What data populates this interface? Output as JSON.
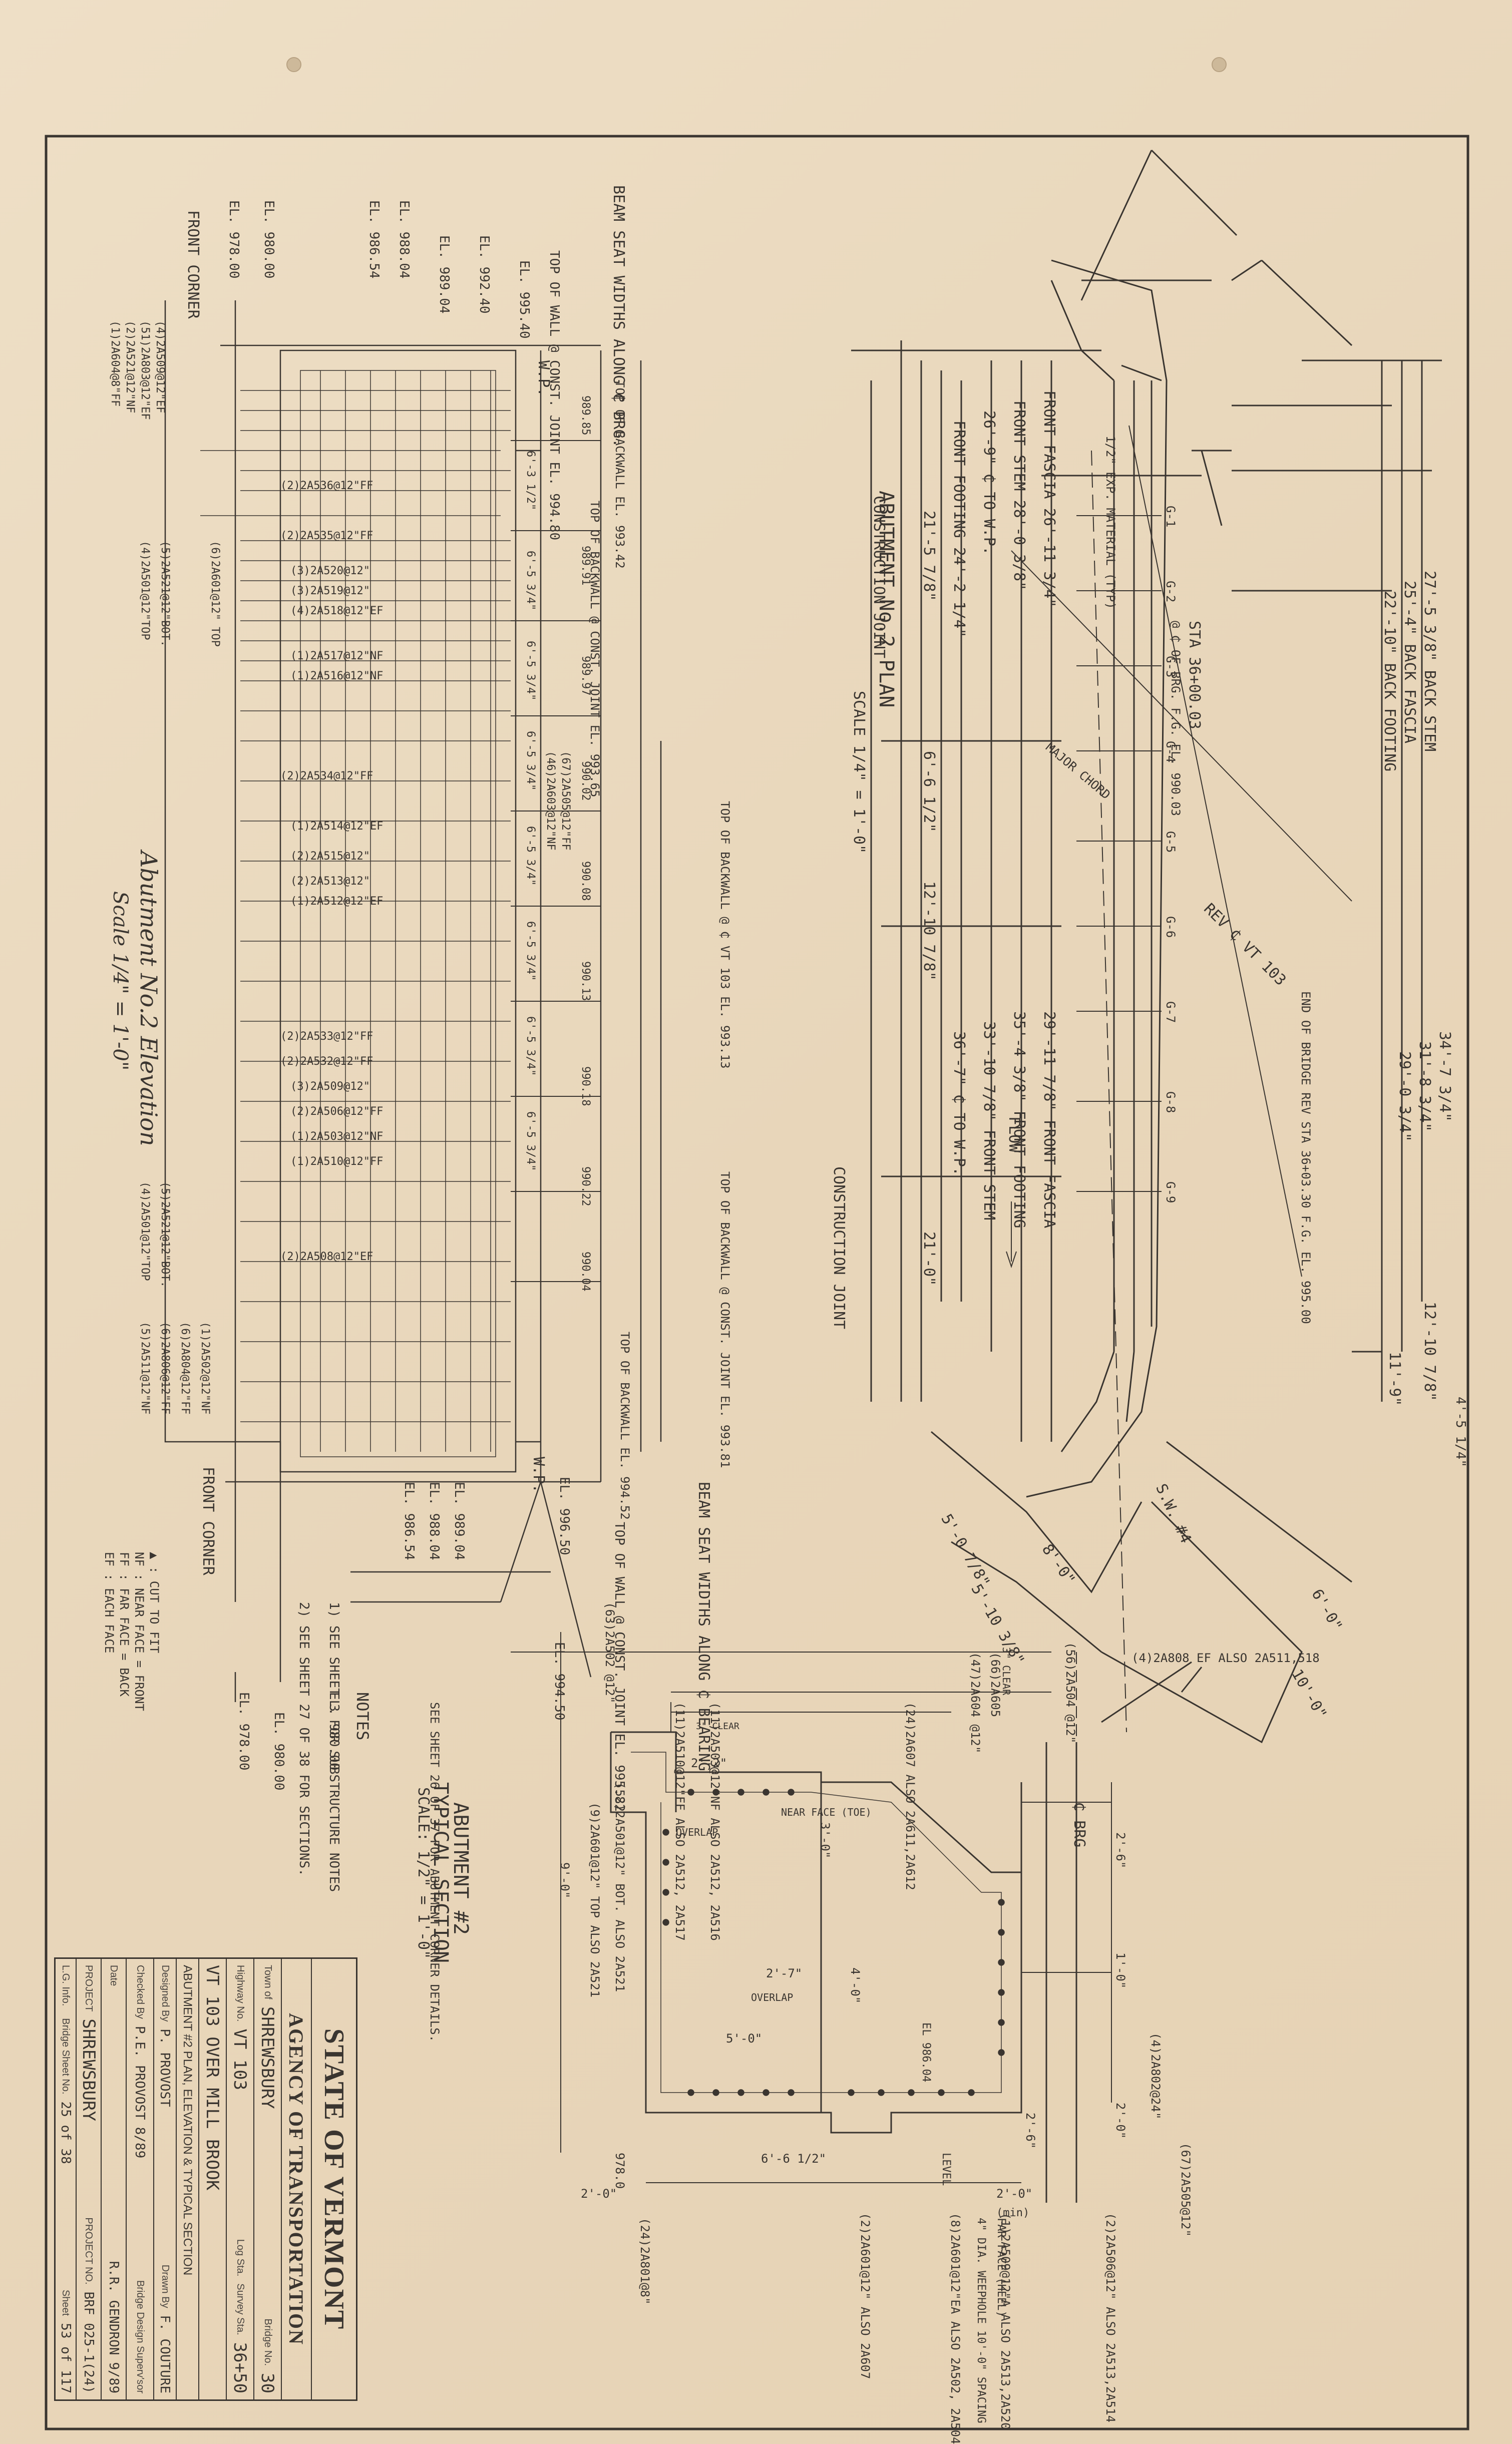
{
  "title_block": {
    "state": "STATE OF VERMONT",
    "agency": "AGENCY OF TRANSPORTATION",
    "town_label": "Town of",
    "town": "SHREWSBURY",
    "bridge_no_label": "Bridge No.",
    "bridge_no": "30",
    "highway_label": "Highway No.",
    "highway": "VT 103",
    "log_sta_label": "Log Sta.",
    "survey_sta_label": "Survey Sta.",
    "survey_sta": "36+50",
    "project_desc": "VT 103 OVER MILL BROOK",
    "sheet_desc": "ABUTMENT #2 PLAN, ELEVATION & TYPICAL SECTION",
    "designed_by_label": "Designed By",
    "designed_by": "P. PROVOST",
    "drawn_by_label": "Drawn By",
    "drawn_by": "F. COUTURE",
    "checked_by_label": "Checked By",
    "checked_by": "P.E. PROVOST",
    "date1": "8/89",
    "design_supv_label": "Bridge Design Superv'sor",
    "design_supv": "R.R. GENDRON",
    "date2": "9/89",
    "date_label": "Date",
    "project_label": "PROJECT",
    "project": "SHREWSBURY",
    "project_no_label": "PROJECT NO.",
    "project_no": "BRF 025-1(24)",
    "log_info_label": "L.G. Info.",
    "bridge_sheet_label": "Bridge Sheet No.",
    "bridge_sheet": "25 of 38",
    "sheet_label": "Sheet",
    "sheet": "53 of 117"
  },
  "plan": {
    "title": "ABUTMENT No.2 PLAN",
    "scale": "SCALE 1/4\" = 1'-0\"",
    "construction_joint": "CONSTRUCTION JOINT",
    "back_stem": "27'-5 3/8\" BACK STEM",
    "back_fascia": "25'-4\" BACK FASCIA",
    "back_footing": "22'-10\" BACK FOOTING",
    "front_fascia_top": "FRONT FASCIA 26'-11 3/4\"",
    "front_stem_top": "FRONT STEM 28'-0 3/8\"",
    "to_wp_top": "26'-9\" ₵ TO W.P.",
    "front_footing_top": "FRONT FOOTING 24'-2 1/4\"",
    "dim_215": "21'-5 7/8\"",
    "dim_66": "6'-6 1/2\"",
    "dim_1210": "12'-10 7/8\"",
    "dim_210": "21'-0\"",
    "front_fascia_bot": "29'-11 7/8\" FRONT FASCIA",
    "front_footing_bot": "35'-4 3/8\" FRONT FOOTING",
    "front_stem_bot": "33'-10 7/8\" FRONT STEM",
    "to_wp_bot": "36'-7\" ₵ TO W.P.",
    "sta": "STA 36+00.03",
    "sta_sub": "@ ₵ OF BRG. F.G. EL. 990.03",
    "end_bridge": "END OF BRIDGE REV STA 36+03.30 F.G. EL. 995.00",
    "rev_vt": "REV ₵ VT 103",
    "major_chord": "MAJOR CHORD",
    "exp_material": "1/2\" EXP. MATERIAL (TYP)",
    "dim_347": "34'-7 3/4\"",
    "dim_318": "31'-8 3/4\"",
    "dim_290": "29'-0 3/4\"",
    "dim_1210b": "12'-10 7/8\"",
    "dim_119": "11'-9\"",
    "dim_453": "4'-5 1/4\"",
    "sw": "S.W. #4",
    "dim_80": "8'-0\"",
    "dim_60": "6'-0\"",
    "dim_100": "10'-0\"",
    "dim_50": "5'-0 7/8\"",
    "dim_510": "5'-10 3/8\"",
    "flow": "FLOW",
    "cl_brg": "₵ BRG",
    "g_labels": [
      "G-1",
      "G-2",
      "G-3",
      "G-4",
      "G-5",
      "G-6",
      "G-7",
      "G-8",
      "G-9"
    ]
  },
  "elevation": {
    "title": "Abutment No.2 Elevation",
    "scale": "Scale 1/4\" = 1'-0\"",
    "beam_seat_top": "BEAM SEAT WIDTHS ALONG ₵ BRG.",
    "beam_seat_bot": "BEAM SEAT WIDTHS ALONG ₵ BEARING",
    "top_wall_top": "TOP OF WALL @ CONST. JOINT EL. 994.80",
    "top_wall_bot": "TOP OF WALL @ CONST. JOINT EL. 995.82",
    "top_backwall_labels": [
      "TOP OF BACKWALL EL. 993.42",
      "TOP OF BACKWALL @ CONST. JOINT EL. 993.65",
      "TOP OF BACKWALL @ ₵ VT 103 EL. 993.13",
      "TOP OF BACKWALL @ CONST. JOINT EL. 993.81",
      "TOP OF BACKWALL EL. 994.52"
    ],
    "el_labels_left": [
      "EL. 978.00",
      "EL. 980.00",
      "EL. 986.54",
      "EL. 988.04",
      "EL. 989.04",
      "EL. 992.40",
      "EL. 995.40"
    ],
    "el_labels_right": [
      "EL. 980.00",
      "EL. 978.00",
      "EL. 986.54",
      "EL. 988.04",
      "EL. 989.04",
      "EL. 994.50",
      "EL. 996.50"
    ],
    "front_corner": "FRONT CORNER",
    "bars_left": [
      "(4)2A509@12\"EF",
      "(51)2A803@12\"EF",
      "(2)2A521@12\"NF",
      "(1)2A604@8\"FF"
    ],
    "bars_mid": [
      "(2)2A536@12\"FF",
      "(2)2A535@12\"FF",
      "(3)2A520@12\"",
      "(3)2A519@12\"",
      "(4)2A518@12\"EF",
      "(1)2A517@12\"NF",
      "(1)2A516@12\"NF",
      "(2)2A534@12\"FF",
      "(1)2A514@12\"EF",
      "(2)2A515@12\"",
      "(2)2A513@12\"",
      "(1)2A512@12\"EF",
      "(2)2A533@12\"FF",
      "(2)2A532@12\"FF",
      "(3)2A509@12\"",
      "(2)2A506@12\"FF",
      "(1)2A503@12\"NF",
      "(1)2A510@12\"FF",
      "(2)2A508@12\"EF"
    ],
    "bars_right": [
      "(4)2A501@12\"TOP",
      "(5)2A521@12\"BOT.",
      "(4)2A501@12\"TOP",
      "(5)2A521@12\"BOT.",
      "(1)2A502@12\"NF",
      "(6)2A804@12\"FF",
      "(6)2A806@12\"FF",
      "(5)2A511@12\"NF"
    ],
    "bars_vert": [
      "(6)2A601@12\" TOP",
      "(67)2A505@12\"FF",
      "(46)2A603@12\"NF"
    ],
    "seat_elevs": [
      "989.85",
      "989.91",
      "989.97",
      "990.02",
      "990.08",
      "990.13",
      "990.18",
      "990.22",
      "990.04"
    ],
    "seat_dims": [
      "6'-3 1/2\"",
      "6'-5 3/4\"",
      "6'-5 3/4\"",
      "6'-5 3/4\"",
      "6'-5 3/4\"",
      "6'-5 3/4\"",
      "6'-5 3/4\"",
      "6'-5 3/4\""
    ],
    "wp": "W.P.",
    "elev_980": "EL. 980.00"
  },
  "section": {
    "title": "ABUTMENT #2",
    "subtitle": "TYPICAL SECTION",
    "scale": "SCALE: 1/2\" = 1'-0\"",
    "bars": [
      "(11)2A503@12\"NF ALSO 2A512, 2A516",
      "(11)2A510@12\"FF ALSO 2A512, 2A517",
      "(63)2A502 @12\"",
      "(56)2A504 @12\"",
      "(66)2A605",
      "(47)2A604 @12\"",
      "(24)2A607 ALSO 2A611,2A612",
      "(52)2A501@12\" BOT. ALSO 2A521",
      "(9)2A601@12\" TOP ALSO 2A521",
      "(4)2A808 EF ALSO 2A511,518",
      "(67)2A505@12\"",
      "(4)2A802@24\"",
      "(2)2A506@12\" ALSO 2A513,2A514",
      "(1)2A509@12\"A ALSO 2A513,2A520",
      "(8)2A601@12\"EA ALSO 2A502, 2A504",
      "(2)2A601@12\" ALSO 2A607",
      "(24)2A801@8\""
    ],
    "dims": [
      "2'-2\"",
      "2'-7\"",
      "5'-0\"",
      "3'-0\"",
      "4'-0\"",
      "9'-0\"",
      "6'-6 1/2\"",
      "2'-6\"",
      "2'-6\"",
      "1'-0\"",
      "2'-0\"",
      "2'-0\"",
      "2'-0\""
    ],
    "overlap": "OVERLAP",
    "near_face": "NEAR FACE (TOE)",
    "far_face": "FAR FACE (HEEL)",
    "weep": "4\" DIA. WEEPHOLE 10'-0\" SPACING",
    "level": "LEVEL",
    "el_986": "EL 986.04",
    "el_978": "978.0",
    "clear": "3\" CLEAR",
    "min": "(min)"
  },
  "notes": {
    "title": "NOTES",
    "items": [
      "1) SEE SHEET 3 FOR SUBSTRUCTURE NOTES",
      "2) SEE SHEET 27 OF 38 FOR SECTIONS."
    ],
    "see_sheet": "SEE SHEET 26 OF 37 FOR ABUTMENT CORNER DETAILS.",
    "legend": [
      "▲ : CUT TO FIT",
      "NF : NEAR FACE = FRONT",
      "FF : FAR FACE = BACK",
      "EF : EACH FACE"
    ]
  },
  "colors": {
    "paper": "#ead9bf",
    "ink": "#3a3530"
  }
}
